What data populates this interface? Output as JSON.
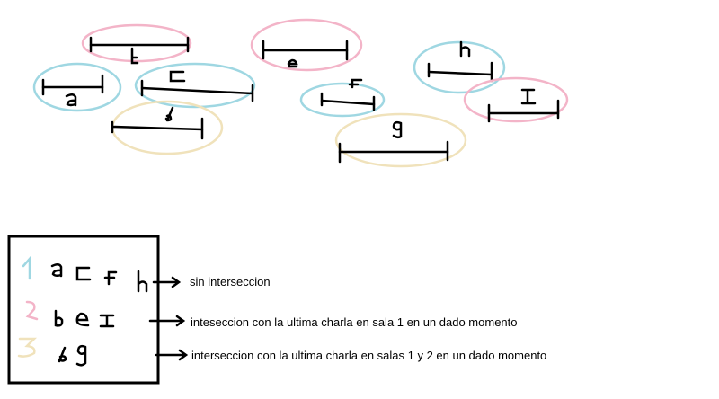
{
  "colors": {
    "room1": "#9fd7e2",
    "room2": "#f3b4c8",
    "room3": "#f0e2bb",
    "ink": "#000000"
  },
  "talks": [
    {
      "id": "talk-a",
      "letter": "a",
      "room": 1
    },
    {
      "id": "talk-b",
      "letter": "b",
      "room": 2
    },
    {
      "id": "talk-c",
      "letter": "c",
      "room": 1
    },
    {
      "id": "talk-d",
      "letter": "d",
      "room": 3
    },
    {
      "id": "talk-e",
      "letter": "e",
      "room": 2
    },
    {
      "id": "talk-f",
      "letter": "f",
      "room": 1
    },
    {
      "id": "talk-g",
      "letter": "g",
      "room": 3
    },
    {
      "id": "talk-h",
      "letter": "h",
      "room": 1
    },
    {
      "id": "talk-i",
      "letter": "I",
      "room": 2
    }
  ],
  "legend": {
    "rows": [
      {
        "number": "1",
        "letters": [
          "a",
          "c",
          "f",
          "h"
        ],
        "description": "sin interseccion"
      },
      {
        "number": "2",
        "letters": [
          "b",
          "e",
          "I"
        ],
        "description": "inteseccion con la ultima charla en sala 1 en un dado momento"
      },
      {
        "number": "3",
        "letters": [
          "d",
          "g"
        ],
        "description": "interseccion con la ultima charla en salas 1 y 2 en un dado momento"
      }
    ]
  }
}
